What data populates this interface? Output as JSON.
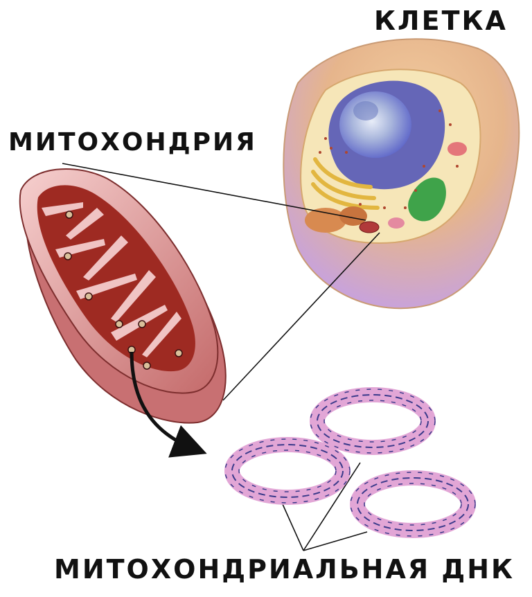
{
  "labels": {
    "cell": "КЛЕТКА",
    "mitochondrion": "МИТОХОНДРИЯ",
    "mitochondrial_dna": "МИТОХОНДРИАЛЬНАЯ ДНК"
  },
  "icons": [
    "cell-illustration",
    "mitochondrion-illustration",
    "dna-ring-illustration",
    "curved-arrow-icon"
  ],
  "colors": {
    "cell_outer": "#e8b98a",
    "cell_lower": "#c8a6d8",
    "nucleus": "#5a62c8",
    "mito_outer": "#f0c4c4",
    "mito_inner": "#9e2a22",
    "dna_ring": "#e2a6d6",
    "dna_strand": "#3a3a8a"
  }
}
